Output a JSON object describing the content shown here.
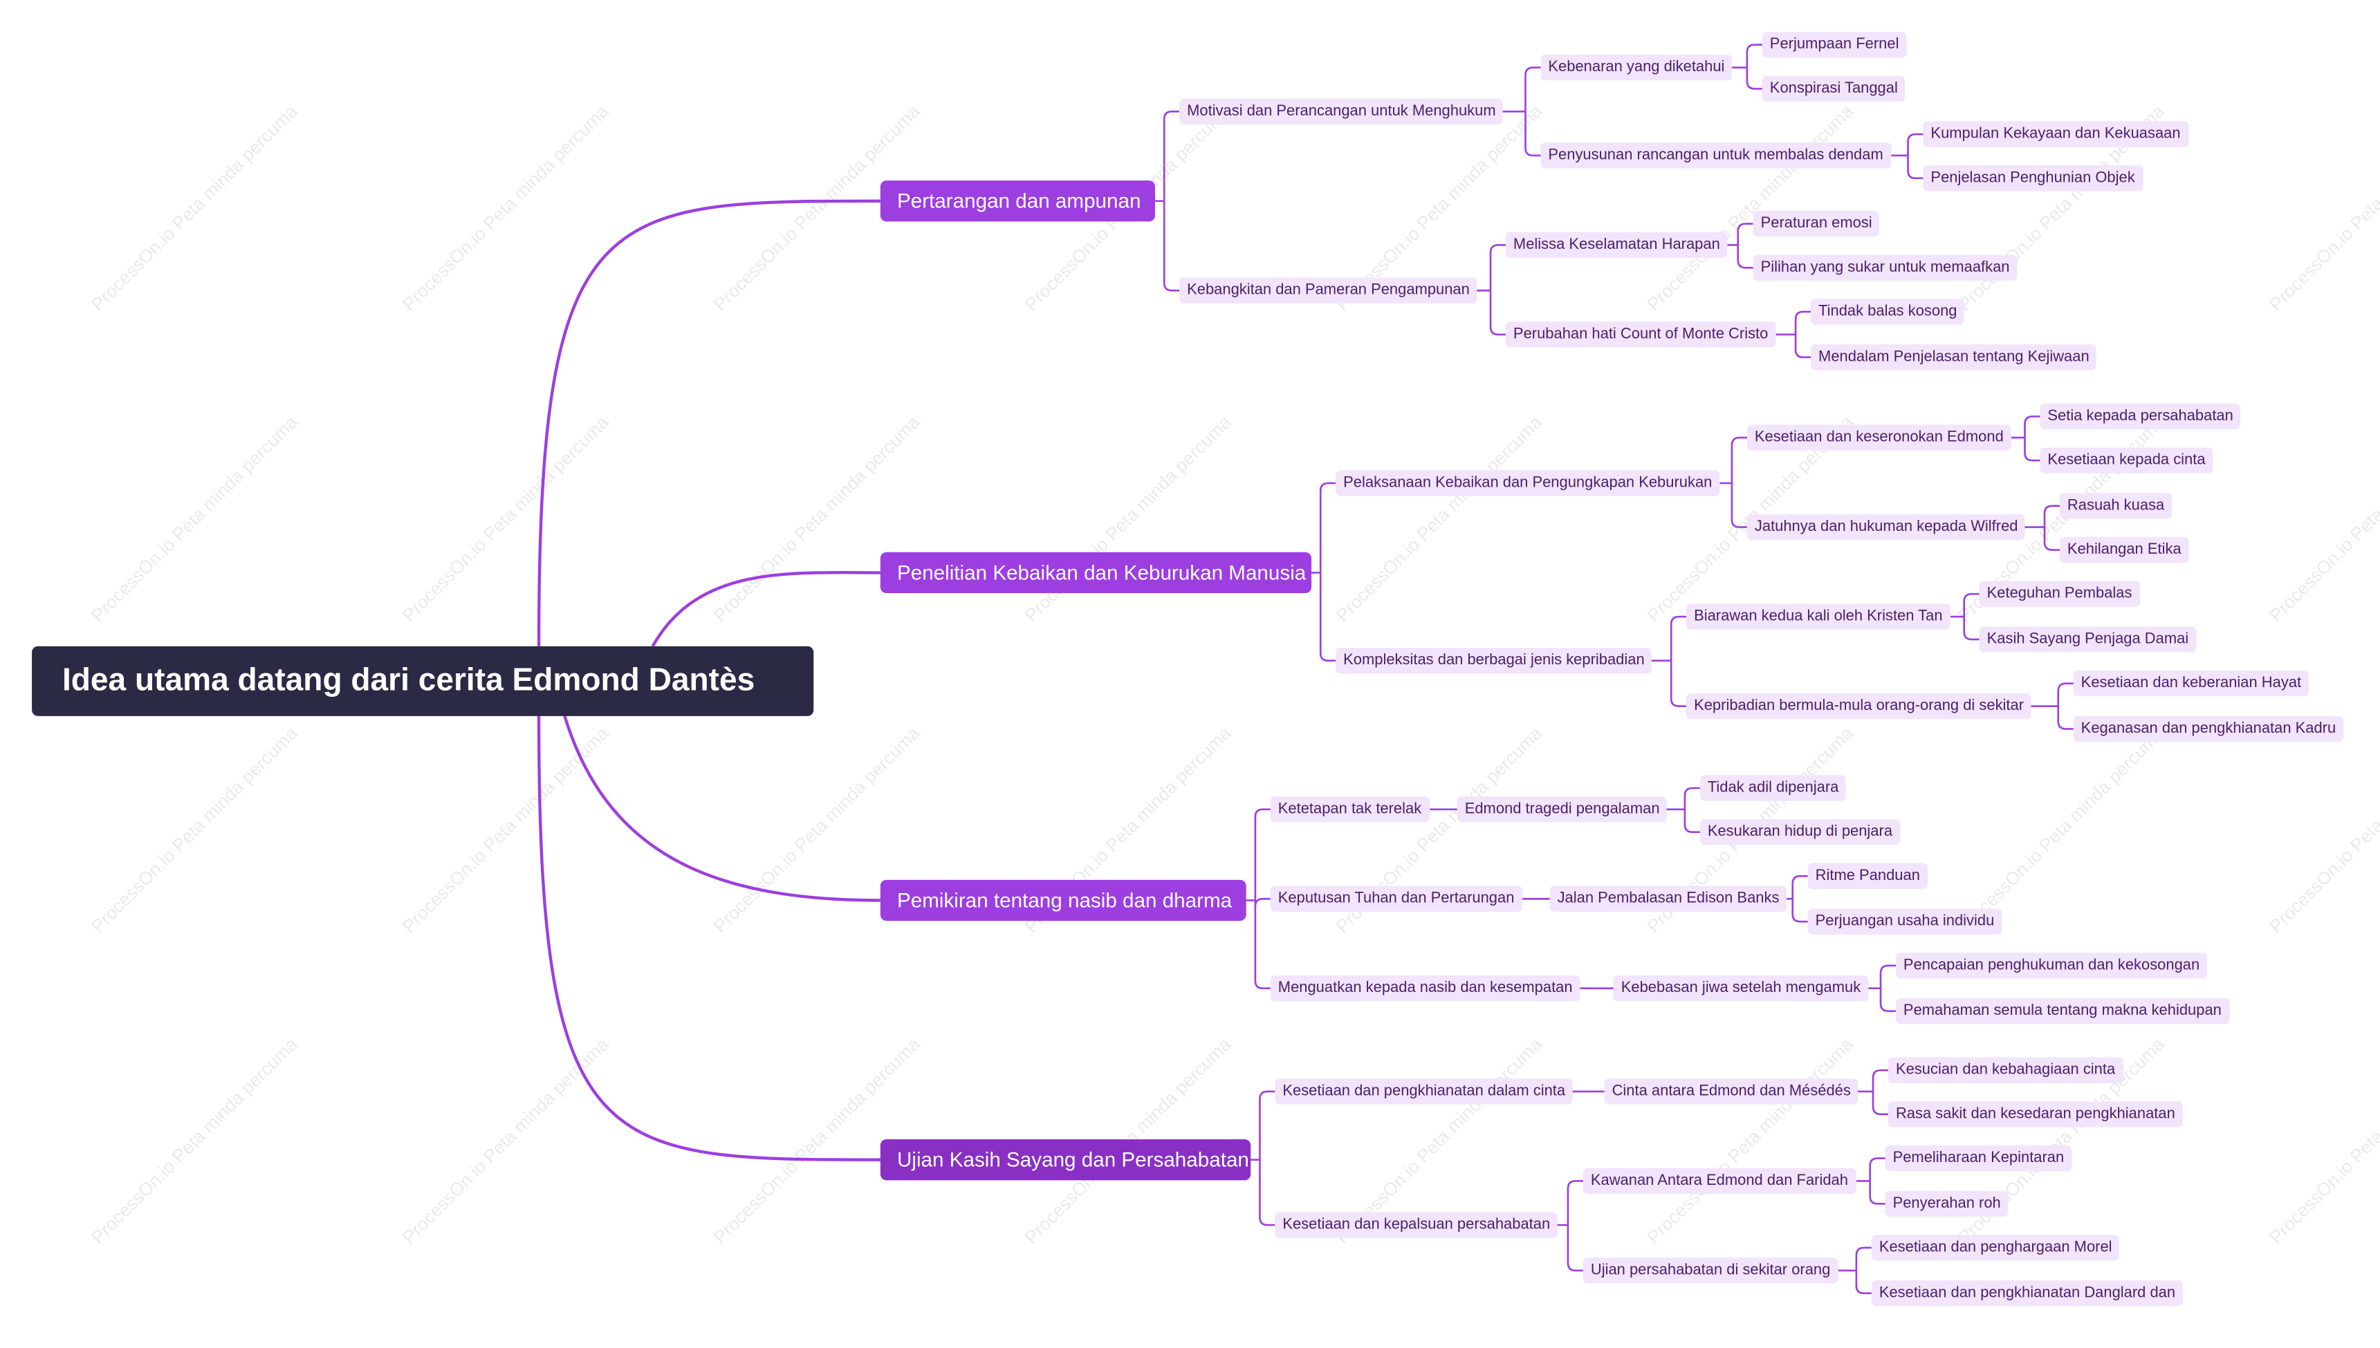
{
  "watermark": "ProcessOn.io Peta minda percuma",
  "colors": {
    "root": "#2b2a45",
    "branch": "#9d3ee0",
    "branch_last": "#8a2fc4",
    "sub_bg": "#f2e4fa",
    "sub_text": "#4a1f6b",
    "line": "#9d3ee0"
  },
  "root": {
    "label": "Idea utama datang dari cerita Edmond Dantès"
  },
  "branches": [
    {
      "label": "Pertarangan dan ampunan",
      "children": [
        {
          "label": "Motivasi dan Perancangan untuk Menghukum",
          "children": [
            {
              "label": "Kebenaran yang diketahui",
              "children": [
                {
                  "label": "Perjumpaan Fernel"
                },
                {
                  "label": "Konspirasi Tanggal"
                }
              ]
            },
            {
              "label": "Penyusunan rancangan untuk membalas dendam",
              "children": [
                {
                  "label": "Kumpulan Kekayaan dan Kekuasaan"
                },
                {
                  "label": "Penjelasan Penghunian Objek"
                }
              ]
            }
          ]
        },
        {
          "label": "Kebangkitan dan Pameran Pengampunan",
          "children": [
            {
              "label": "Melissa Keselamatan Harapan",
              "children": [
                {
                  "label": "Peraturan emosi"
                },
                {
                  "label": "Pilihan yang sukar untuk memaafkan"
                }
              ]
            },
            {
              "label": "Perubahan hati Count of Monte Cristo",
              "children": [
                {
                  "label": "Tindak balas kosong"
                },
                {
                  "label": "Mendalam Penjelasan tentang Kejiwaan"
                }
              ]
            }
          ]
        }
      ]
    },
    {
      "label": "Penelitian Kebaikan dan Keburukan Manusia",
      "children": [
        {
          "label": "Pelaksanaan Kebaikan dan Pengungkapan Keburukan",
          "children": [
            {
              "label": "Kesetiaan dan keseronokan Edmond",
              "children": [
                {
                  "label": "Setia kepada persahabatan"
                },
                {
                  "label": "Kesetiaan kepada cinta"
                }
              ]
            },
            {
              "label": "Jatuhnya dan hukuman kepada Wilfred",
              "children": [
                {
                  "label": "Rasuah kuasa"
                },
                {
                  "label": "Kehilangan Etika"
                }
              ]
            }
          ]
        },
        {
          "label": "Kompleksitas dan berbagai jenis kepribadian",
          "children": [
            {
              "label": "Biarawan kedua kali oleh Kristen Tan",
              "children": [
                {
                  "label": "Keteguhan Pembalas"
                },
                {
                  "label": "Kasih Sayang Penjaga Damai"
                }
              ]
            },
            {
              "label": "Kepribadian bermula-mula orang-orang di sekitar",
              "children": [
                {
                  "label": "Kesetiaan dan keberanian Hayat"
                },
                {
                  "label": "Keganasan dan pengkhianatan Kadru"
                }
              ]
            }
          ]
        }
      ]
    },
    {
      "label": "Pemikiran tentang nasib dan dharma",
      "children": [
        {
          "label": "Ketetapan tak terelak",
          "children": [
            {
              "label": "Edmond tragedi pengalaman",
              "children": [
                {
                  "label": "Tidak adil dipenjara"
                },
                {
                  "label": "Kesukaran hidup di penjara"
                }
              ]
            }
          ]
        },
        {
          "label": "Keputusan Tuhan dan Pertarungan",
          "children": [
            {
              "label": "Jalan Pembalasan Edison Banks",
              "children": [
                {
                  "label": "Ritme Panduan"
                },
                {
                  "label": "Perjuangan usaha individu"
                }
              ]
            }
          ]
        },
        {
          "label": "Menguatkan kepada nasib dan kesempatan",
          "children": [
            {
              "label": "Kebebasan jiwa setelah mengamuk",
              "children": [
                {
                  "label": "Pencapaian penghukuman dan kekosongan"
                },
                {
                  "label": "Pemahaman semula tentang makna kehidupan"
                }
              ]
            }
          ]
        }
      ]
    },
    {
      "label": "Ujian Kasih Sayang dan Persahabatan",
      "children": [
        {
          "label": "Kesetiaan dan pengkhianatan dalam cinta",
          "children": [
            {
              "label": "Cinta antara Edmond dan Mésédés",
              "children": [
                {
                  "label": "Kesucian dan kebahagiaan cinta"
                },
                {
                  "label": "Rasa sakit dan kesedaran pengkhianatan"
                }
              ]
            }
          ]
        },
        {
          "label": "Kesetiaan dan kepalsuan persahabatan",
          "children": [
            {
              "label": "Kawanan Antara Edmond dan Faridah",
              "children": [
                {
                  "label": "Pemeliharaan Kepintaran"
                },
                {
                  "label": "Penyerahan roh"
                }
              ]
            },
            {
              "label": "Ujian persahabatan di sekitar orang",
              "children": [
                {
                  "label": "Kesetiaan dan penghargaan Morel"
                },
                {
                  "label": "Kesetiaan dan pengkhianatan Danglard dan"
                }
              ]
            }
          ]
        }
      ]
    }
  ]
}
